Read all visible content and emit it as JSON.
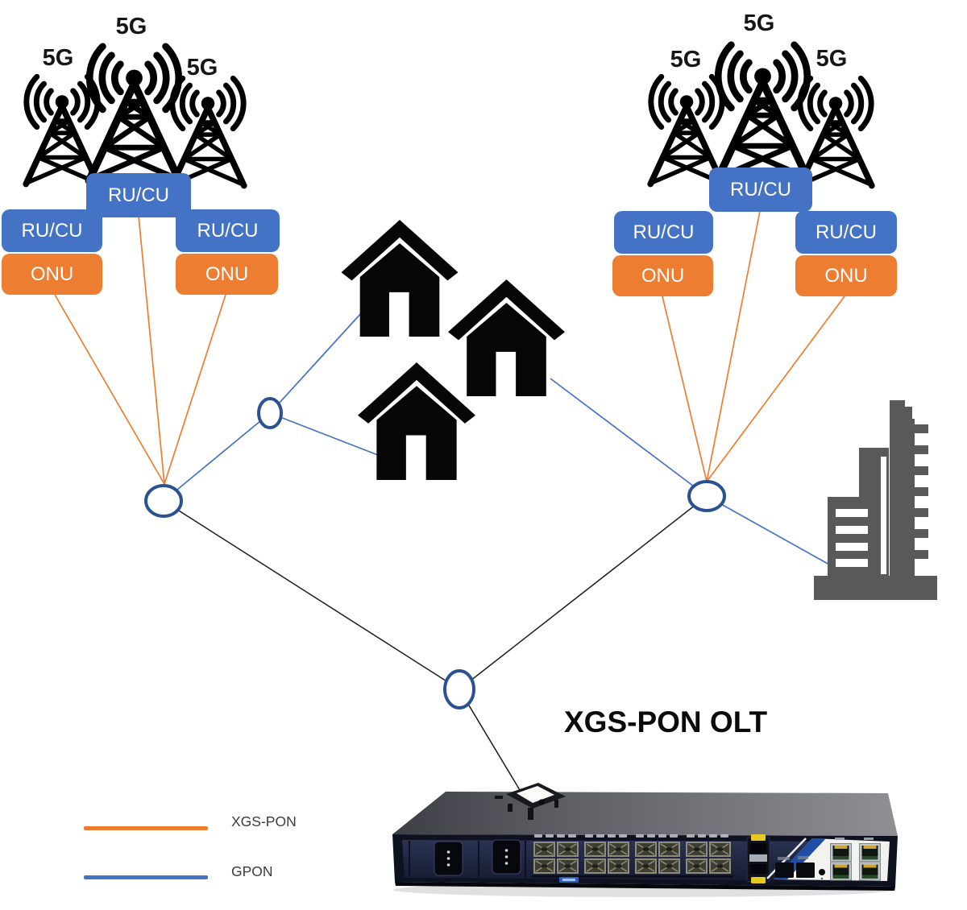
{
  "title": {
    "text": "XGS-PON OLT"
  },
  "legend": {
    "items": [
      {
        "label": "XGS-PON",
        "color": "#ED7D31"
      },
      {
        "label": "GPON",
        "color": "#4472C4"
      }
    ]
  },
  "left_cluster": {
    "towers": [
      {
        "label": "5G"
      },
      {
        "label": "5G"
      },
      {
        "label": "5G"
      }
    ],
    "boxes": {
      "center_rucu": "RU/CU",
      "left_rucu": "RU/CU",
      "right_rucu": "RU/CU",
      "left_onu": "ONU",
      "right_onu": "ONU"
    }
  },
  "right_cluster": {
    "towers": [
      {
        "label": "5G"
      },
      {
        "label": "5G"
      },
      {
        "label": "5G"
      }
    ],
    "boxes": {
      "center_rucu": "RU/CU",
      "left_rucu": "RU/CU",
      "right_rucu": "RU/CU",
      "left_onu": "ONU",
      "right_onu": "ONU"
    }
  },
  "icons": {
    "tower": "cell-tower-icon",
    "house": "house-icon",
    "building": "office-building-icon",
    "splitter": "splitter-node",
    "olt": "olt-device-photo"
  },
  "colors": {
    "xgspon_line": "#ED7D31",
    "gpon_line": "#4472C4",
    "trunk_line": "#1c1c1c",
    "splitter_ring": "#2A5291",
    "rucu_box": "#4472C4",
    "onu_box": "#ED7D31",
    "building": "#595959",
    "house": "#060606",
    "tower": "#000000"
  }
}
